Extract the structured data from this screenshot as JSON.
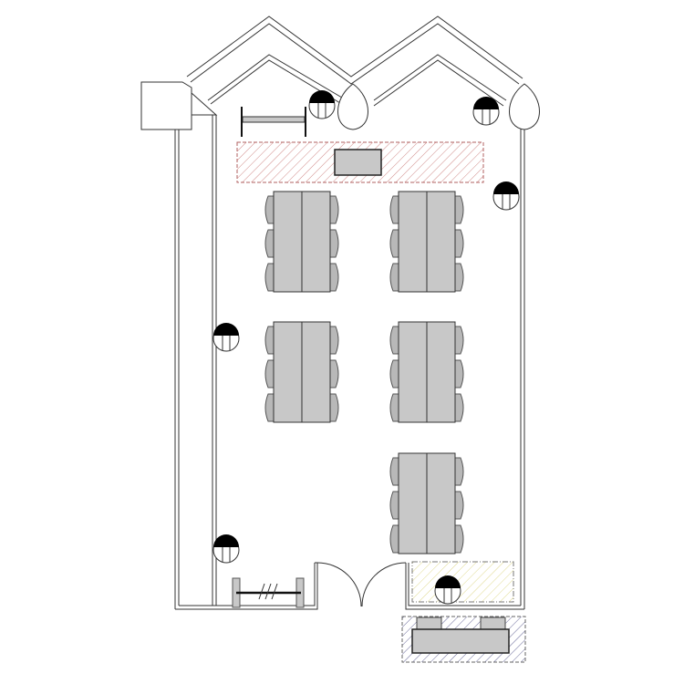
{
  "plan": {
    "colors": {
      "wall": "#222222",
      "furniture": "#c8c8c8",
      "zone_front": "#c0504d",
      "zone_corner": "#e6e08a",
      "zone_desk": "#5a5a8a"
    },
    "table_groups": [
      {
        "col": 0,
        "row": 0
      },
      {
        "col": 1,
        "row": 0
      },
      {
        "col": 0,
        "row": 1
      },
      {
        "col": 1,
        "row": 1
      },
      {
        "col": 1,
        "row": 2
      }
    ],
    "chairs_per_side": 3,
    "fixtures": 6
  }
}
